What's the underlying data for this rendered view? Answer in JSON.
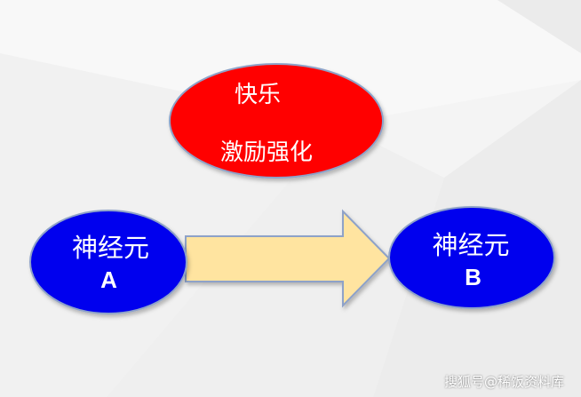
{
  "diagram": {
    "reinforcement": {
      "line1": "快乐",
      "line2": "激励强化",
      "fill_color": "#ff0000"
    },
    "neuron_a": {
      "title": "神经元",
      "letter": "A",
      "fill_color": "#0000ee"
    },
    "neuron_b": {
      "title": "神经元",
      "letter": "B",
      "fill_color": "#0000ee"
    },
    "arrow": {
      "fill_color": "#ffe4a0"
    }
  },
  "watermark": "搜狐号@稀饭资料库"
}
